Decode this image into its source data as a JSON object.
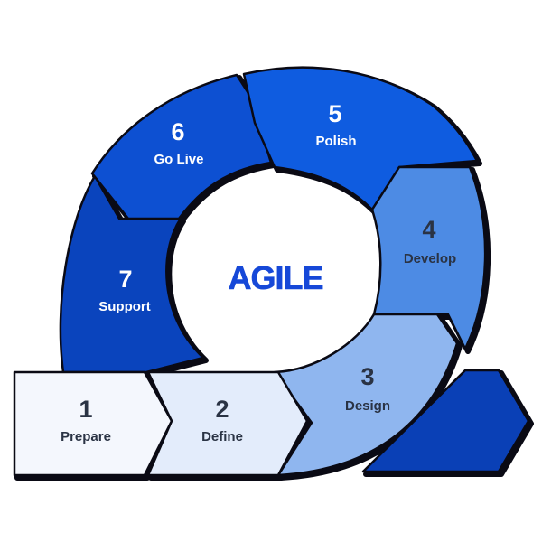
{
  "center_label": "AGILE",
  "colors": {
    "outline": "#0a0a14",
    "center_text": "#1648d8",
    "dark_text": "#2a3344",
    "light_text": "#ffffff"
  },
  "steps": [
    {
      "number": "1",
      "label": "Prepare",
      "fill": "#f4f7fd"
    },
    {
      "number": "2",
      "label": "Define",
      "fill": "#e3ecfb"
    },
    {
      "number": "3",
      "label": "Design",
      "fill": "#8fb6ef"
    },
    {
      "number": "4",
      "label": "Develop",
      "fill": "#4d8be4"
    },
    {
      "number": "5",
      "label": "Polish",
      "fill": "#0f5ce0"
    },
    {
      "number": "6",
      "label": "Go Live",
      "fill": "#0d50d2"
    },
    {
      "number": "7",
      "label": "Support",
      "fill": "#0a44bd"
    }
  ],
  "tail_fill": "#0a40b6"
}
